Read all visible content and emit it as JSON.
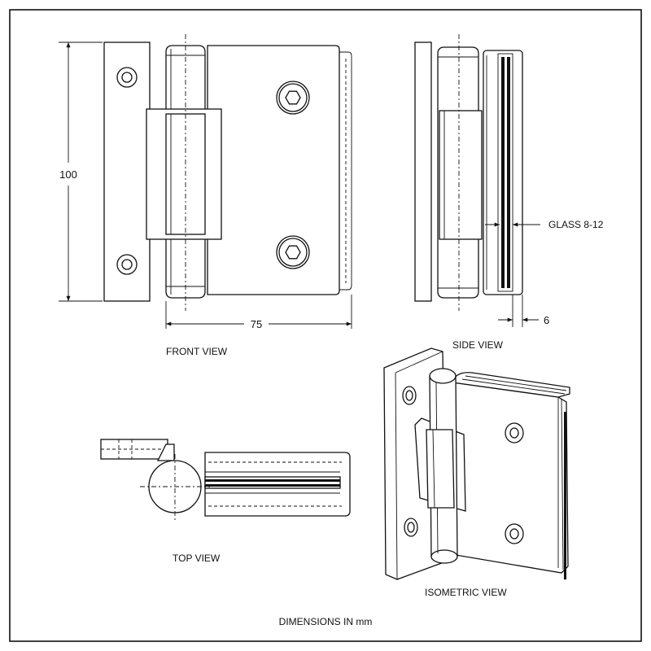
{
  "views": {
    "front": "FRONT VIEW",
    "side": "SIDE VIEW",
    "top": "TOP VIEW",
    "isometric": "ISOMETRIC VIEW"
  },
  "dimensions": {
    "height": "100",
    "width": "75",
    "lip": "6",
    "glass": "GLASS 8-12"
  },
  "footer_note": "DIMENSIONS IN mm"
}
